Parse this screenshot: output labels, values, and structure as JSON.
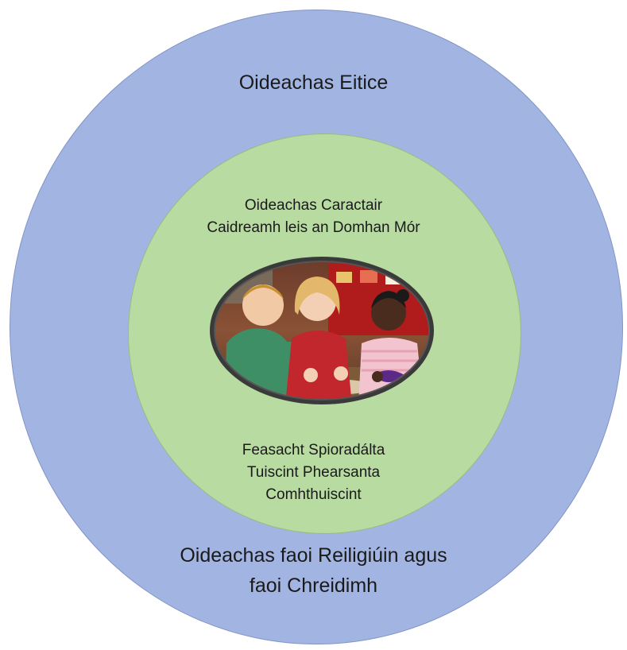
{
  "diagram": {
    "outer_label_top": "Oideachas Eitice",
    "outer_label_bottom": [
      "Oideachas faoi Reiligiúin agus",
      "faoi Chreidimh"
    ],
    "inner_label_top": [
      "Oideachas Caractair",
      "Caidreamh leis an Domhan Mór"
    ],
    "inner_label_bottom": [
      "Feasacht Spioradálta",
      "Tuiscint Phearsanta",
      "Comhthuiscint"
    ],
    "photo_description_icon": "classroom-children-photo"
  },
  "colors": {
    "outer_fill": "#a2b5e2",
    "inner_fill": "#b8dba1",
    "photo_frame": "#3a3a3a"
  }
}
